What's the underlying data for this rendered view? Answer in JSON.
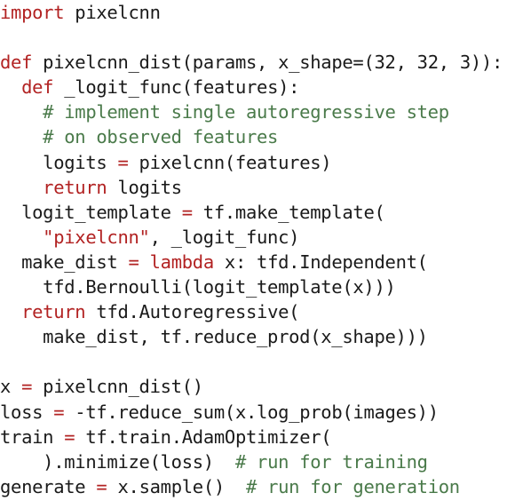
{
  "colors": {
    "background": "#ffffff",
    "text": "#1a1a1a",
    "keyword": "#b22222",
    "string": "#b22222",
    "comment": "#4a7a4a"
  },
  "code": {
    "lines": [
      [
        {
          "t": "kw",
          "v": "import"
        },
        {
          "t": "plain",
          "v": " pixelcnn"
        }
      ],
      [],
      [
        {
          "t": "kw",
          "v": "def"
        },
        {
          "t": "plain",
          "v": " pixelcnn_dist(params, x_shape=(32, 32, 3)):"
        }
      ],
      [
        {
          "t": "plain",
          "v": "  "
        },
        {
          "t": "kw",
          "v": "def"
        },
        {
          "t": "plain",
          "v": " _logit_func(features):"
        }
      ],
      [
        {
          "t": "plain",
          "v": "    "
        },
        {
          "t": "cm",
          "v": "# implement single autoregressive step"
        }
      ],
      [
        {
          "t": "plain",
          "v": "    "
        },
        {
          "t": "cm",
          "v": "# on observed features"
        }
      ],
      [
        {
          "t": "plain",
          "v": "    logits "
        },
        {
          "t": "kw",
          "v": "="
        },
        {
          "t": "plain",
          "v": " pixelcnn(features)"
        }
      ],
      [
        {
          "t": "plain",
          "v": "    "
        },
        {
          "t": "kw",
          "v": "return"
        },
        {
          "t": "plain",
          "v": " logits"
        }
      ],
      [
        {
          "t": "plain",
          "v": "  logit_template "
        },
        {
          "t": "kw",
          "v": "="
        },
        {
          "t": "plain",
          "v": " tf.make_template("
        }
      ],
      [
        {
          "t": "plain",
          "v": "    "
        },
        {
          "t": "str",
          "v": "\"pixelcnn\""
        },
        {
          "t": "plain",
          "v": ", _logit_func)"
        }
      ],
      [
        {
          "t": "plain",
          "v": "  make_dist "
        },
        {
          "t": "kw",
          "v": "="
        },
        {
          "t": "plain",
          "v": " "
        },
        {
          "t": "kw",
          "v": "lambda"
        },
        {
          "t": "plain",
          "v": " x: tfd.Independent("
        }
      ],
      [
        {
          "t": "plain",
          "v": "    tfd.Bernoulli(logit_template(x)))"
        }
      ],
      [
        {
          "t": "plain",
          "v": "  "
        },
        {
          "t": "kw",
          "v": "return"
        },
        {
          "t": "plain",
          "v": " tfd.Autoregressive("
        }
      ],
      [
        {
          "t": "plain",
          "v": "    make_dist, tf.reduce_prod(x_shape)))"
        }
      ],
      [],
      [
        {
          "t": "plain",
          "v": "x "
        },
        {
          "t": "kw",
          "v": "="
        },
        {
          "t": "plain",
          "v": " pixelcnn_dist()"
        }
      ],
      [
        {
          "t": "plain",
          "v": "loss "
        },
        {
          "t": "kw",
          "v": "="
        },
        {
          "t": "plain",
          "v": " -tf.reduce_sum(x.log_prob(images))"
        }
      ],
      [
        {
          "t": "plain",
          "v": "train "
        },
        {
          "t": "kw",
          "v": "="
        },
        {
          "t": "plain",
          "v": " tf.train.AdamOptimizer("
        }
      ],
      [
        {
          "t": "plain",
          "v": "    ).minimize(loss)  "
        },
        {
          "t": "cm",
          "v": "# run for training"
        }
      ],
      [
        {
          "t": "plain",
          "v": "generate "
        },
        {
          "t": "kw",
          "v": "="
        },
        {
          "t": "plain",
          "v": " x.sample()  "
        },
        {
          "t": "cm",
          "v": "# run for generation"
        }
      ]
    ]
  }
}
